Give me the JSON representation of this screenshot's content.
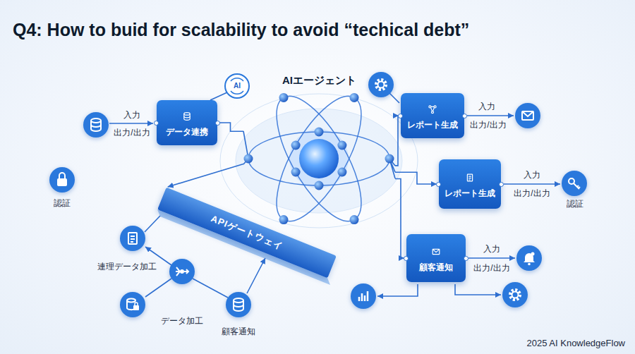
{
  "diagram": {
    "title": "Q4: How to buid for scalability to avoid “techical debt”",
    "caption": "2025 AI KnowledgeFlow",
    "nodes": [
      {
        "text": [
          "データ連携"
        ]
      },
      {
        "text": [
          "AIエージェント"
        ]
      },
      {
        "text": [
          "レポート生成"
        ]
      },
      {
        "text": [
          "レポート生成"
        ]
      },
      {
        "text": [
          "APIゲートウェイ"
        ]
      },
      {
        "text": [
          "顧客通知"
        ]
      }
    ],
    "edges": [
      {
        "from": 0,
        "to": 1,
        "arrow": "none"
      },
      {
        "from": 1,
        "to": 2,
        "arrow": "to"
      },
      {
        "from": 1,
        "to": 3,
        "arrow": "to"
      },
      {
        "from": 1,
        "to": 5,
        "arrow": "to"
      },
      {
        "from": 1,
        "to": 4,
        "arrow": "to"
      }
    ],
    "labels": [
      "AI",
      "入力",
      "出力/出力",
      "入力",
      "出力/出力",
      "入力",
      "出力/出力",
      "入力",
      "出力/出力",
      "認証",
      "認証",
      "連理データ加工",
      "データ加工",
      "顧客通知"
    ]
  }
}
